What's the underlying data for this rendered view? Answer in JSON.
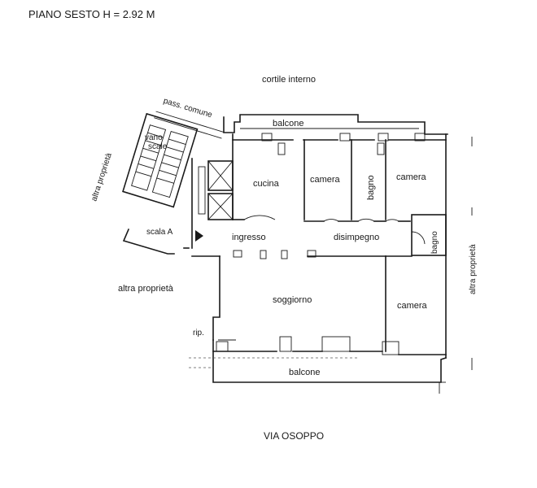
{
  "header": {
    "title": "PIANO SESTO H = 2.92 M"
  },
  "street": {
    "label": "VIA OSOPPO"
  },
  "labels": {
    "cortile": "cortile interno",
    "pass_comune": "pass. comune",
    "vano": "vano",
    "scale": "scale",
    "altra_left_rot": "altra proprietà",
    "altra_left": "altra proprietà",
    "altra_right": "altra proprietà",
    "scala_a": "scala A",
    "balcone_top": "balcone",
    "cucina": "cucina",
    "camera1": "camera",
    "bagno1": "bagno",
    "camera2": "camera",
    "bagno2": "bagno",
    "ingresso": "ingresso",
    "disimpegno": "disimpegno",
    "soggiorno": "soggiorno",
    "camera3": "camera",
    "rip": "rip.",
    "balcone_bottom": "balcone"
  },
  "colors": {
    "ink": "#1a1a1a",
    "background": "#ffffff"
  }
}
